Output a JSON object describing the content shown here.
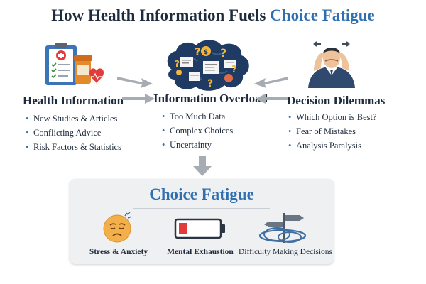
{
  "title": {
    "main": "How Health Information Fuels ",
    "highlight": "Choice Fatigue"
  },
  "columns": [
    {
      "heading": "Health Information",
      "items": [
        "New Studies & Articles",
        "Conflicting Advice",
        "Risk Factors & Statistics"
      ],
      "icon": "medical-clipboard-icon"
    },
    {
      "heading": "Information Overload",
      "items": [
        "Too Much Data",
        "Complex Choices",
        "Uncertainty"
      ],
      "icon": "overloaded-brain-icon"
    },
    {
      "heading": "Decision Dilemmas",
      "items": [
        "Which Option is Best?",
        "Fear of Mistakes",
        "Analysis Paralysis"
      ],
      "icon": "stressed-person-icon"
    }
  ],
  "result": {
    "heading": "Choice Fatigue",
    "effects": [
      {
        "label": "Stress & Anxiety",
        "icon": "worried-face-icon"
      },
      {
        "label": "Mental Exhaustion",
        "icon": "low-battery-icon"
      },
      {
        "label": "Difficulty Making Decisions",
        "icon": "tangled-signpost-icon"
      }
    ]
  },
  "colors": {
    "heading": "#1e2b3d",
    "accent": "#2f6fb0",
    "arrow": "#a7acb4",
    "panel": "#eef0f2"
  }
}
